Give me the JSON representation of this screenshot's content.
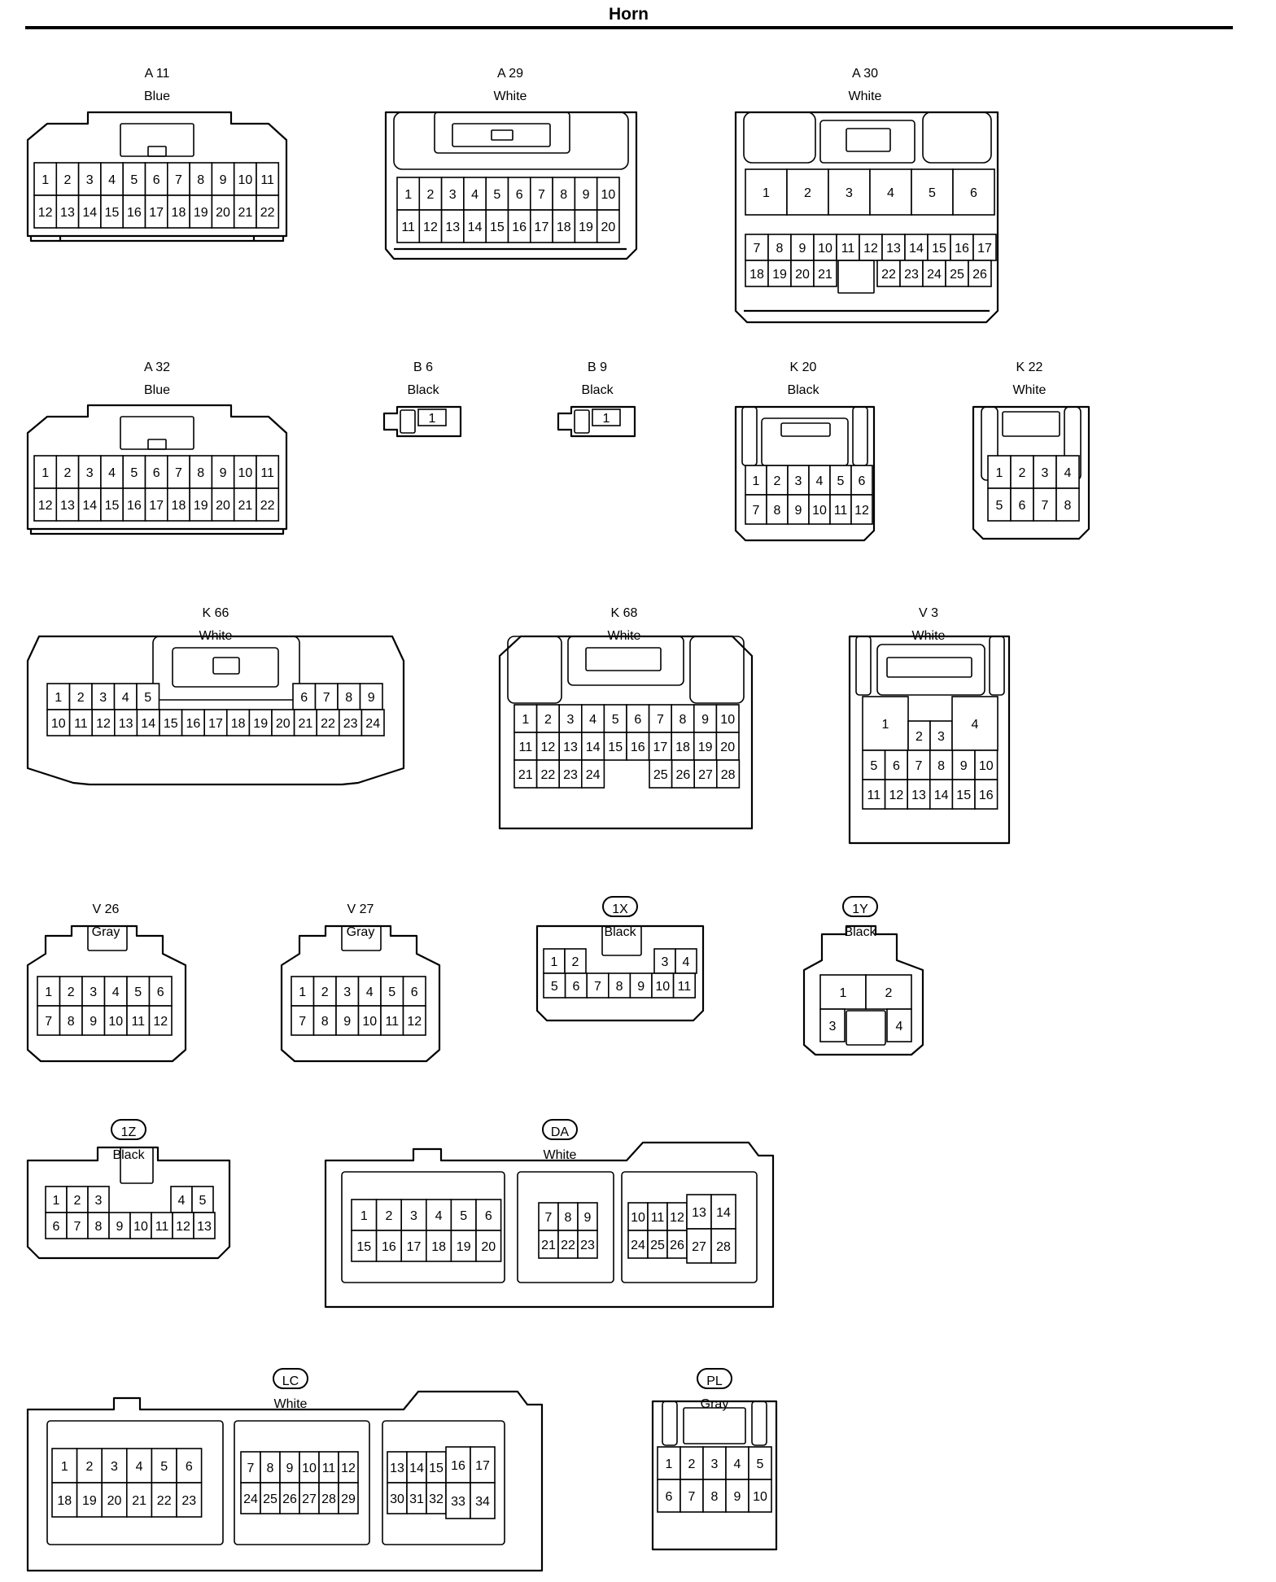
{
  "title": "Horn",
  "connectors": [
    {
      "id": "A 11",
      "color": "Blue",
      "kind": "plain",
      "rows": [
        [
          "1",
          "2",
          "3",
          "4",
          "5",
          "6",
          "7",
          "8",
          "9",
          "10",
          "11"
        ],
        [
          "12",
          "13",
          "14",
          "15",
          "16",
          "17",
          "18",
          "19",
          "20",
          "21",
          "22"
        ]
      ]
    },
    {
      "id": "A 29",
      "color": "White",
      "kind": "plain",
      "rows": [
        [
          "1",
          "2",
          "3",
          "4",
          "5",
          "6",
          "7",
          "8",
          "9",
          "10"
        ],
        [
          "11",
          "12",
          "13",
          "14",
          "15",
          "16",
          "17",
          "18",
          "19",
          "20"
        ]
      ]
    },
    {
      "id": "A 30",
      "color": "White",
      "kind": "plain",
      "rows": [
        [
          "1",
          "2",
          "3",
          "4",
          "5",
          "6"
        ],
        [
          "7",
          "8",
          "9",
          "10",
          "11",
          "12",
          "13",
          "14",
          "15",
          "16",
          "17"
        ],
        [
          "18",
          "19",
          "20",
          "21",
          "",
          "22",
          "23",
          "24",
          "25",
          "26"
        ]
      ]
    },
    {
      "id": "A 32",
      "color": "Blue",
      "kind": "plain",
      "rows": [
        [
          "1",
          "2",
          "3",
          "4",
          "5",
          "6",
          "7",
          "8",
          "9",
          "10",
          "11"
        ],
        [
          "12",
          "13",
          "14",
          "15",
          "16",
          "17",
          "18",
          "19",
          "20",
          "21",
          "22"
        ]
      ]
    },
    {
      "id": "B 6",
      "color": "Black",
      "kind": "plain",
      "rows": [
        [
          "1"
        ]
      ]
    },
    {
      "id": "B 9",
      "color": "Black",
      "kind": "plain",
      "rows": [
        [
          "1"
        ]
      ]
    },
    {
      "id": "K 20",
      "color": "Black",
      "kind": "plain",
      "rows": [
        [
          "1",
          "2",
          "3",
          "4",
          "5",
          "6"
        ],
        [
          "7",
          "8",
          "9",
          "10",
          "11",
          "12"
        ]
      ]
    },
    {
      "id": "K 22",
      "color": "White",
      "kind": "plain",
      "rows": [
        [
          "1",
          "2",
          "3",
          "4"
        ],
        [
          "5",
          "6",
          "7",
          "8"
        ]
      ]
    },
    {
      "id": "K 66",
      "color": "White",
      "kind": "plain",
      "rows": [
        [
          "1",
          "2",
          "3",
          "4",
          "5",
          "6",
          "7",
          "8",
          "9"
        ],
        [
          "10",
          "11",
          "12",
          "13",
          "14",
          "15",
          "16",
          "17",
          "18",
          "19",
          "20",
          "21",
          "22",
          "23",
          "24"
        ]
      ]
    },
    {
      "id": "K 68",
      "color": "White",
      "kind": "plain",
      "rows": [
        [
          "1",
          "2",
          "3",
          "4",
          "5",
          "6",
          "7",
          "8",
          "9",
          "10"
        ],
        [
          "11",
          "12",
          "13",
          "14",
          "15",
          "16",
          "17",
          "18",
          "19",
          "20"
        ],
        [
          "21",
          "22",
          "23",
          "24",
          "25",
          "26",
          "27",
          "28"
        ]
      ]
    },
    {
      "id": "V 3",
      "color": "White",
      "kind": "plain",
      "rows": [
        [
          "1",
          "2",
          "3",
          "4"
        ],
        [
          "5",
          "6",
          "7",
          "8",
          "9",
          "10"
        ],
        [
          "11",
          "12",
          "13",
          "14",
          "15",
          "16"
        ]
      ]
    },
    {
      "id": "V 26",
      "color": "Gray",
      "kind": "plain",
      "rows": [
        [
          "1",
          "2",
          "3",
          "4",
          "5",
          "6"
        ],
        [
          "7",
          "8",
          "9",
          "10",
          "11",
          "12"
        ]
      ]
    },
    {
      "id": "V 27",
      "color": "Gray",
      "kind": "plain",
      "rows": [
        [
          "1",
          "2",
          "3",
          "4",
          "5",
          "6"
        ],
        [
          "7",
          "8",
          "9",
          "10",
          "11",
          "12"
        ]
      ]
    },
    {
      "id": "1X",
      "color": "Black",
      "kind": "junction",
      "rows": [
        [
          "1",
          "2",
          "3",
          "4"
        ],
        [
          "5",
          "6",
          "7",
          "8",
          "9",
          "10",
          "11"
        ]
      ]
    },
    {
      "id": "1Y",
      "color": "Black",
      "kind": "junction",
      "rows": [
        [
          "1",
          "2"
        ],
        [
          "3",
          "4"
        ]
      ]
    },
    {
      "id": "1Z",
      "color": "Black",
      "kind": "junction",
      "rows": [
        [
          "1",
          "2",
          "3",
          "4",
          "5"
        ],
        [
          "6",
          "7",
          "8",
          "9",
          "10",
          "11",
          "12",
          "13"
        ]
      ]
    },
    {
      "id": "DA",
      "color": "White",
      "kind": "junction",
      "rows": [
        [
          "1",
          "2",
          "3",
          "4",
          "5",
          "6",
          "7",
          "8",
          "9",
          "10",
          "11",
          "12",
          "13",
          "14"
        ],
        [
          "15",
          "16",
          "17",
          "18",
          "19",
          "20",
          "21",
          "22",
          "23",
          "24",
          "25",
          "26",
          "27",
          "28"
        ]
      ]
    },
    {
      "id": "LC",
      "color": "White",
      "kind": "junction",
      "rows": [
        [
          "1",
          "2",
          "3",
          "4",
          "5",
          "6",
          "7",
          "8",
          "9",
          "10",
          "11",
          "12",
          "13",
          "14",
          "15",
          "16",
          "17"
        ],
        [
          "18",
          "19",
          "20",
          "21",
          "22",
          "23",
          "24",
          "25",
          "26",
          "27",
          "28",
          "29",
          "30",
          "31",
          "32",
          "33",
          "34"
        ]
      ]
    },
    {
      "id": "PL",
      "color": "Gray",
      "kind": "junction",
      "rows": [
        [
          "1",
          "2",
          "3",
          "4",
          "5"
        ],
        [
          "6",
          "7",
          "8",
          "9",
          "10"
        ]
      ]
    }
  ]
}
